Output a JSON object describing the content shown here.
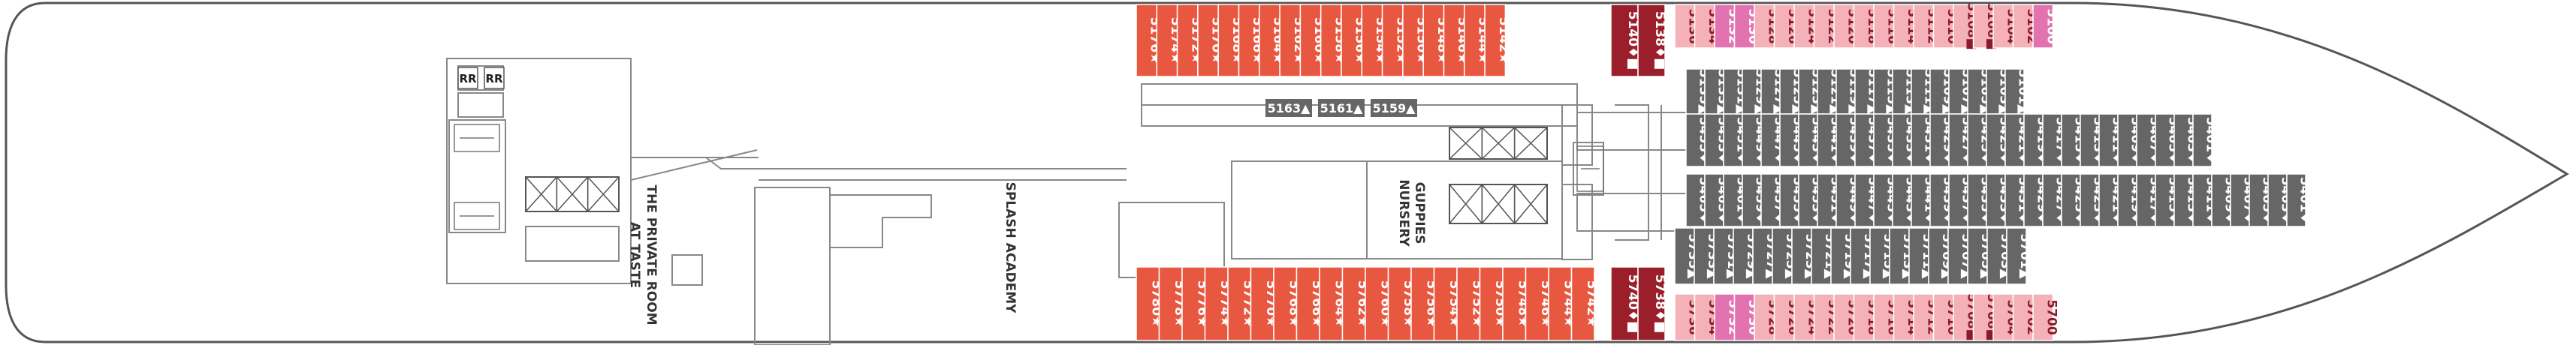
{
  "colors": {
    "red": "#e8573f",
    "maroon": "#9a1f2b",
    "pink": "#f4b2b8",
    "magenta": "#e372b0",
    "gray": "#666666",
    "outline": "#555555"
  },
  "venues": {
    "splash_academy": "SPLASH ACADEMY",
    "guppies": "GUPPIES",
    "nursery": "NURSERY",
    "private_room": [
      "THE PRIVATE ROOM",
      "AT TASTE"
    ]
  },
  "restrooms": [
    "RR",
    "RR"
  ],
  "top_red": [
    "5176★",
    "5174★",
    "5172★",
    "5170★",
    "5168★",
    "5166★",
    "5164★",
    "5162★",
    "5160★",
    "5158★",
    "5156★",
    "5154★",
    "5152★",
    "5150★",
    "5148★",
    "5146★",
    "5144★",
    "5142★"
  ],
  "top_maroon": [
    "5140♦■",
    "5138♦■"
  ],
  "top_outer": [
    "5136",
    "5134",
    "5132",
    "5130",
    "5128",
    "5126",
    "5124",
    "5122",
    "5120",
    "5118",
    "5116",
    "5114",
    "5112",
    "5110",
    "5108■",
    "5106■",
    "5104",
    "5102",
    "5100"
  ],
  "top_outer_color": [
    "pink",
    "pink",
    "magenta",
    "magenta",
    "pink",
    "pink",
    "pink",
    "pink",
    "pink",
    "pink",
    "pink",
    "pink",
    "pink",
    "pink",
    "pink",
    "pink",
    "pink",
    "pink",
    "magenta"
  ],
  "top_inner1": [
    "5135▲",
    "5133▲",
    "5131▲",
    "5129▲",
    "5127▲",
    "5125▲",
    "5123▲",
    "5121▲",
    "5119▲",
    "5117▲",
    "5115▲",
    "5113▲",
    "5111▲",
    "5109▲",
    "5107▲",
    "5105▲",
    "5103▲",
    "5101▲"
  ],
  "top_inner2": [
    "5455♦",
    "5453♦",
    "5451♦",
    "5449♦",
    "5447♦",
    "5445♦",
    "5443♦",
    "5441♦",
    "5439♦",
    "5437♦",
    "5435♦",
    "5433♦",
    "5431♦",
    "5429♦",
    "5427♦",
    "5425♦",
    "5423♦",
    "5421♦",
    "5419♦",
    "5417♦",
    "5415♦",
    "5413♦",
    "5411♦",
    "5409♦",
    "5407♦",
    "5405♦",
    "5403♦",
    "5401♦"
  ],
  "mid_labels": [
    "5163▲",
    "5161▲",
    "5159▲"
  ],
  "bottom_red": [
    "5780★",
    "5778★",
    "5776★",
    "5774★",
    "5772★",
    "5770★",
    "5768★",
    "5766★",
    "5764★",
    "5762★",
    "5760★",
    "5758★",
    "5756★",
    "5754★",
    "5752★",
    "5750★",
    "5748★",
    "5746★",
    "5744★",
    "5742★"
  ],
  "bottom_maroon": [
    "5740♦■",
    "5738♦■"
  ],
  "bottom_outer": [
    "5736",
    "5734",
    "5732",
    "5730",
    "5728",
    "5726",
    "5724",
    "5722",
    "5720",
    "5718",
    "5716",
    "5714",
    "5712",
    "5710",
    "5708■",
    "5706■",
    "5704",
    "5702",
    "5700"
  ],
  "bottom_outer_color": [
    "pink",
    "pink",
    "magenta",
    "magenta",
    "pink",
    "pink",
    "pink",
    "pink",
    "pink",
    "pink",
    "pink",
    "pink",
    "pink",
    "pink",
    "pink",
    "pink",
    "pink",
    "pink",
    "pink"
  ],
  "bottom_inner1": [
    "5735▲",
    "5733▲",
    "5731▲",
    "5729▲",
    "5727▲",
    "5725▲",
    "5723▲",
    "5721▲",
    "5719▲",
    "5717▲",
    "5715▲",
    "5713▲",
    "5711▲",
    "5709▲",
    "5707▲",
    "5705▲",
    "5703▲",
    "5701▲"
  ],
  "bottom_inner2": [
    "5465♦",
    "5463♦",
    "5461♦",
    "5459♦",
    "5457♦",
    "5455♦",
    "5453♦",
    "5451♦",
    "5449♦",
    "5447♦",
    "5445♦",
    "5443♦",
    "5441♦",
    "5439♦",
    "5437♦",
    "5435♦",
    "5433♦",
    "5431♦",
    "5429♦",
    "5427♦",
    "5425♦",
    "5423♦",
    "5421♦",
    "5419♦",
    "5417♦",
    "5415♦",
    "5413♦",
    "5411♦",
    "5409♦",
    "5407♦",
    "5405♦",
    "5403♦",
    "5401♦"
  ]
}
